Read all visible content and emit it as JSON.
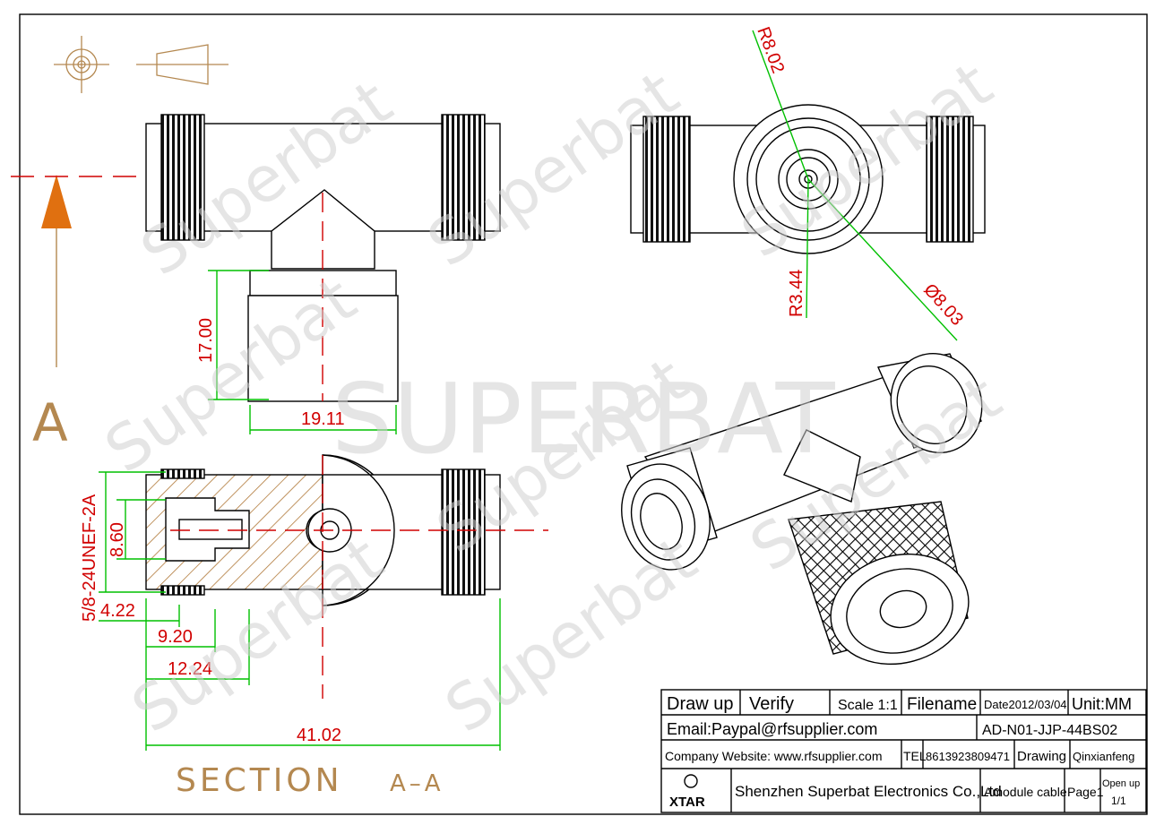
{
  "drawing": {
    "watermark_big": "SUPERBAT",
    "watermark_small": "Superbat",
    "section_letter": "A",
    "section_label": "SECTION",
    "section_id": "A–A"
  },
  "dimensions": {
    "d_17": "17.00",
    "d_19": "19.11",
    "d_thread": "5/8-24UNEF-2A",
    "d_860": "8.60",
    "d_422": "4.22",
    "d_920": "9.20",
    "d_1224": "12.24",
    "d_4102": "41.02",
    "d_r802": "R8.02",
    "d_r344": "R3.44",
    "d_o803": "Ø8.03"
  },
  "title_block": {
    "draw_up": "Draw up",
    "verify": "Verify",
    "scale": "Scale 1:1",
    "filename": "Filename",
    "date": "Date2012/03/04",
    "unit": "Unit:MM",
    "email": "Email:Paypal@rfsupplier.com",
    "part_no": "AD-N01-JJP-44BS02",
    "website": "Company Website:  www.rfsupplier.com",
    "tel_label": "TEL",
    "tel": "8613923809471",
    "drawing": "Drawing",
    "drafter": "Qinxianfeng",
    "logo": "XTAR",
    "company": "Shenzhen Superbat Electronics Co.,Ltd",
    "product": "Amodule cable",
    "page": "Page1",
    "open_up": "Open up",
    "open_up_count": "1/1"
  }
}
